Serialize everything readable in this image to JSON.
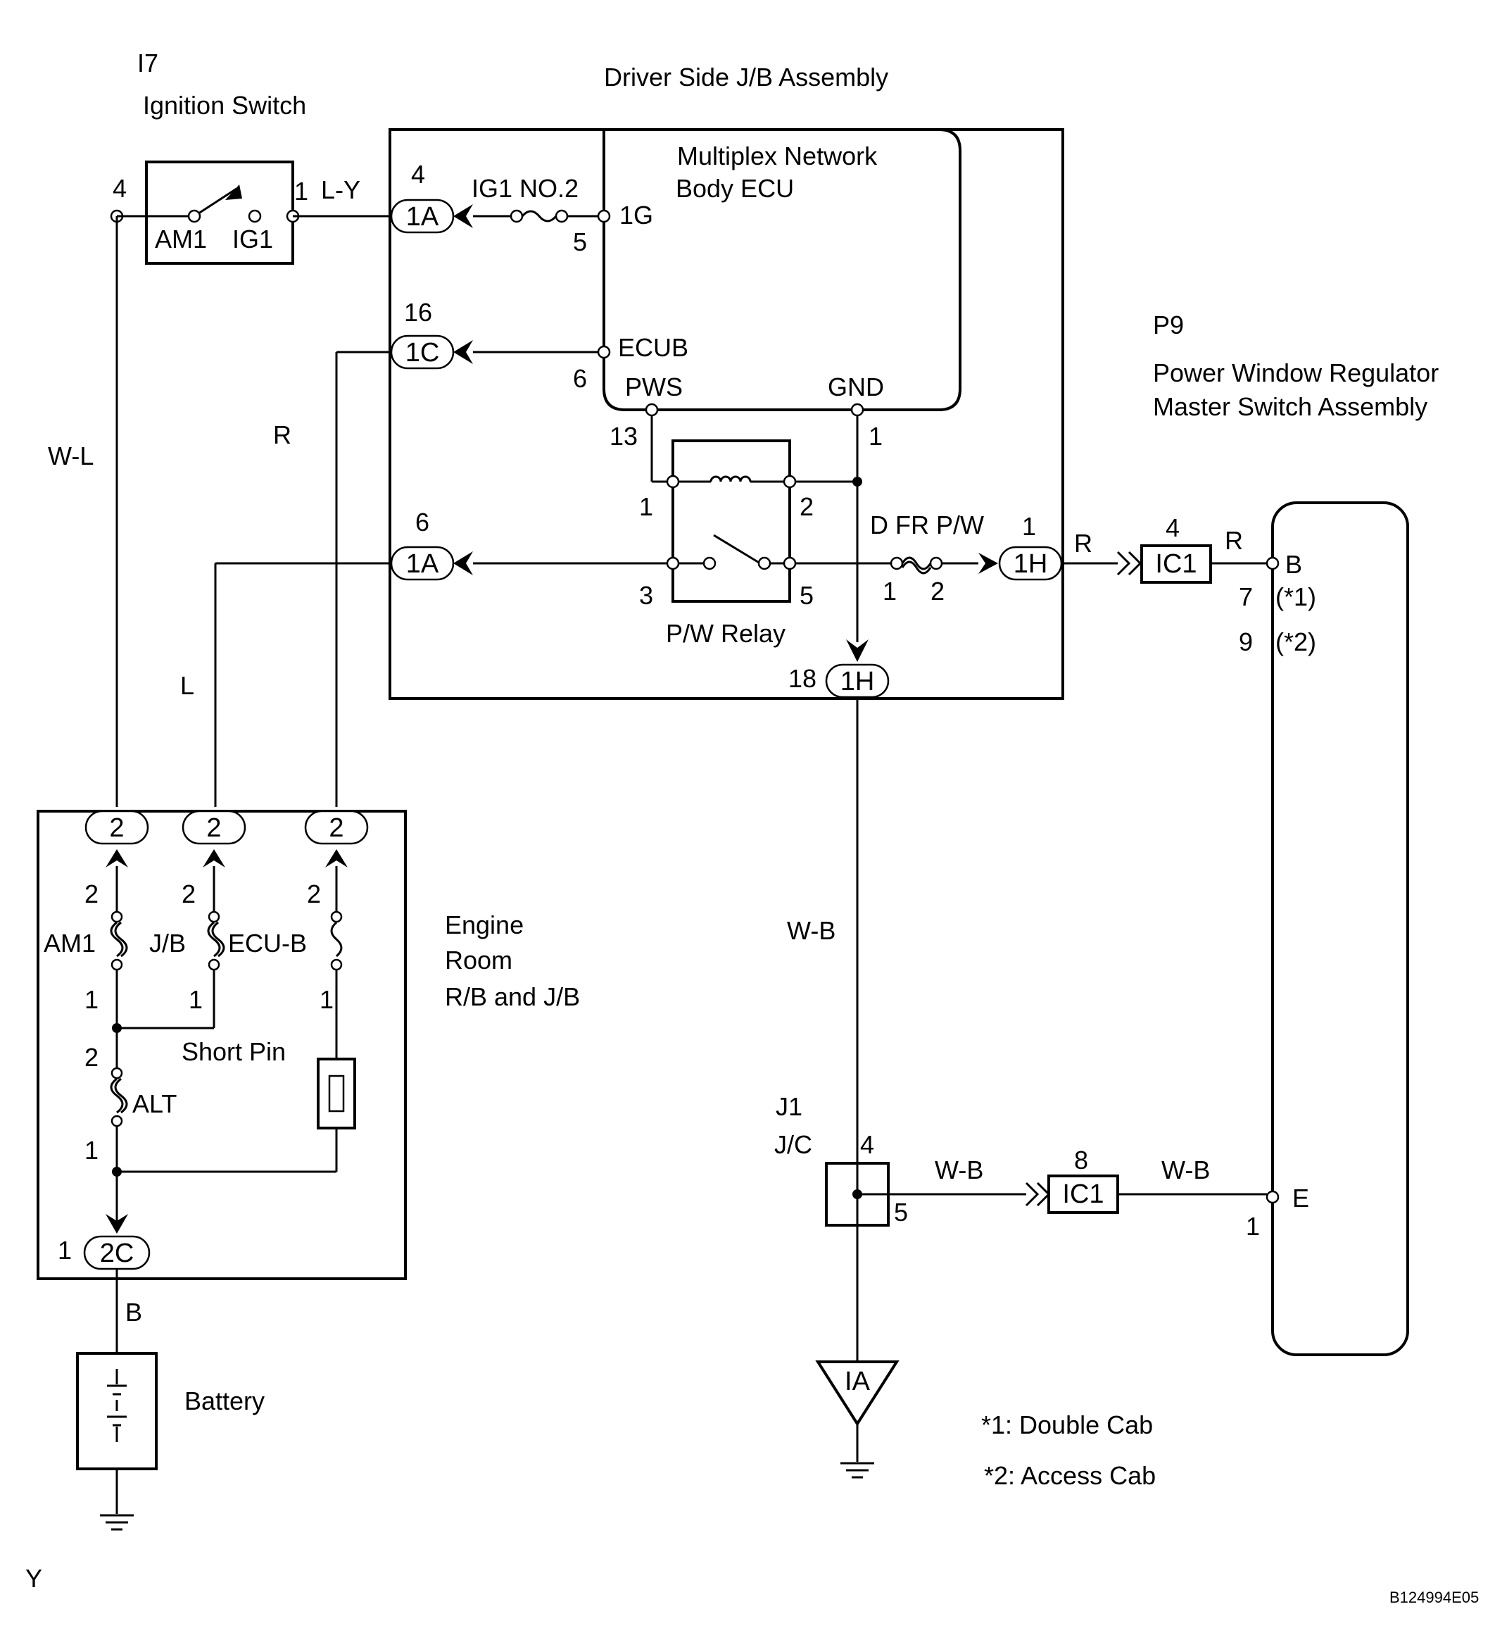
{
  "ignition_switch": {
    "code": "I7",
    "name": "Ignition Switch",
    "pin_left": "4",
    "pin_right": "1",
    "contact_am1": "AM1",
    "contact_ig1": "IG1"
  },
  "jb": {
    "title": "Driver Side J/B Assembly",
    "ecu_line1": "Multiplex Network",
    "ecu_line2": "Body ECU",
    "fuse_ig1": "IG1 NO.2",
    "pin_1g": "1G",
    "pin_ecub": "ECUB",
    "pin_pws": "PWS",
    "pin_gnd": "GND",
    "n5": "5",
    "n6": "6",
    "n13": "13",
    "n1": "1",
    "relay_name": "P/W Relay",
    "relay_p1": "1",
    "relay_p2": "2",
    "relay_p3": "3",
    "relay_p5": "5",
    "fuse_dfr": "D FR P/W",
    "fuse_p1": "1",
    "fuse_p2": "2",
    "c1a_top": "1A",
    "c1a_top_pin": "4",
    "c1c": "1C",
    "c1c_pin": "16",
    "c1a_mid": "1A",
    "c1a_mid_pin": "6",
    "c1h_right": "1H",
    "c1h_right_pin": "1",
    "c1h_bottom": "1H",
    "c1h_bottom_pin": "18"
  },
  "wires": {
    "ly": "L-Y",
    "wl": "W-L",
    "r": "R",
    "l": "L",
    "wb": "W-B",
    "b": "B",
    "r_out": "R",
    "r_master": "R",
    "wb_j1": "W-B",
    "wb_master": "W-B"
  },
  "ic1_top": {
    "label": "IC1",
    "pin": "4"
  },
  "ic1_bottom": {
    "label": "IC1",
    "pin": "8"
  },
  "master_switch": {
    "code": "P9",
    "line1": "Power Window Regulator",
    "line2": "Master Switch Assembly",
    "pin_b": "B",
    "pin_b7": "7",
    "note1": "(*1)",
    "pin_b9": "9",
    "note2": "(*2)",
    "pin_e": "E",
    "pin_e1": "1"
  },
  "engine_room": {
    "line1": "Engine",
    "line2": "Room",
    "line3": "R/B and J/B",
    "conn_am1": "2",
    "conn_jb": "2",
    "conn_ecub": "2",
    "fuse_am1": "AM1",
    "fuse_jb": "J/B",
    "fuse_ecub": "ECU-B",
    "p2a": "2",
    "p2b": "2",
    "p2c": "2",
    "p1a": "1",
    "p1b": "1",
    "p1c": "1",
    "short_pin": "Short Pin",
    "alt": "ALT",
    "alt_p2": "2",
    "alt_p1": "1",
    "c2c": "2C",
    "c2c_pin": "1"
  },
  "battery": {
    "label": "Battery"
  },
  "jc": {
    "code": "J1",
    "name": "J/C",
    "p4": "4",
    "p5": "5"
  },
  "ground_ia": "IA",
  "notes": {
    "n1": "*1: Double Cab",
    "n2": "*2: Access Cab"
  },
  "footer": {
    "corner": "Y",
    "figure_id": "B124994E05"
  }
}
